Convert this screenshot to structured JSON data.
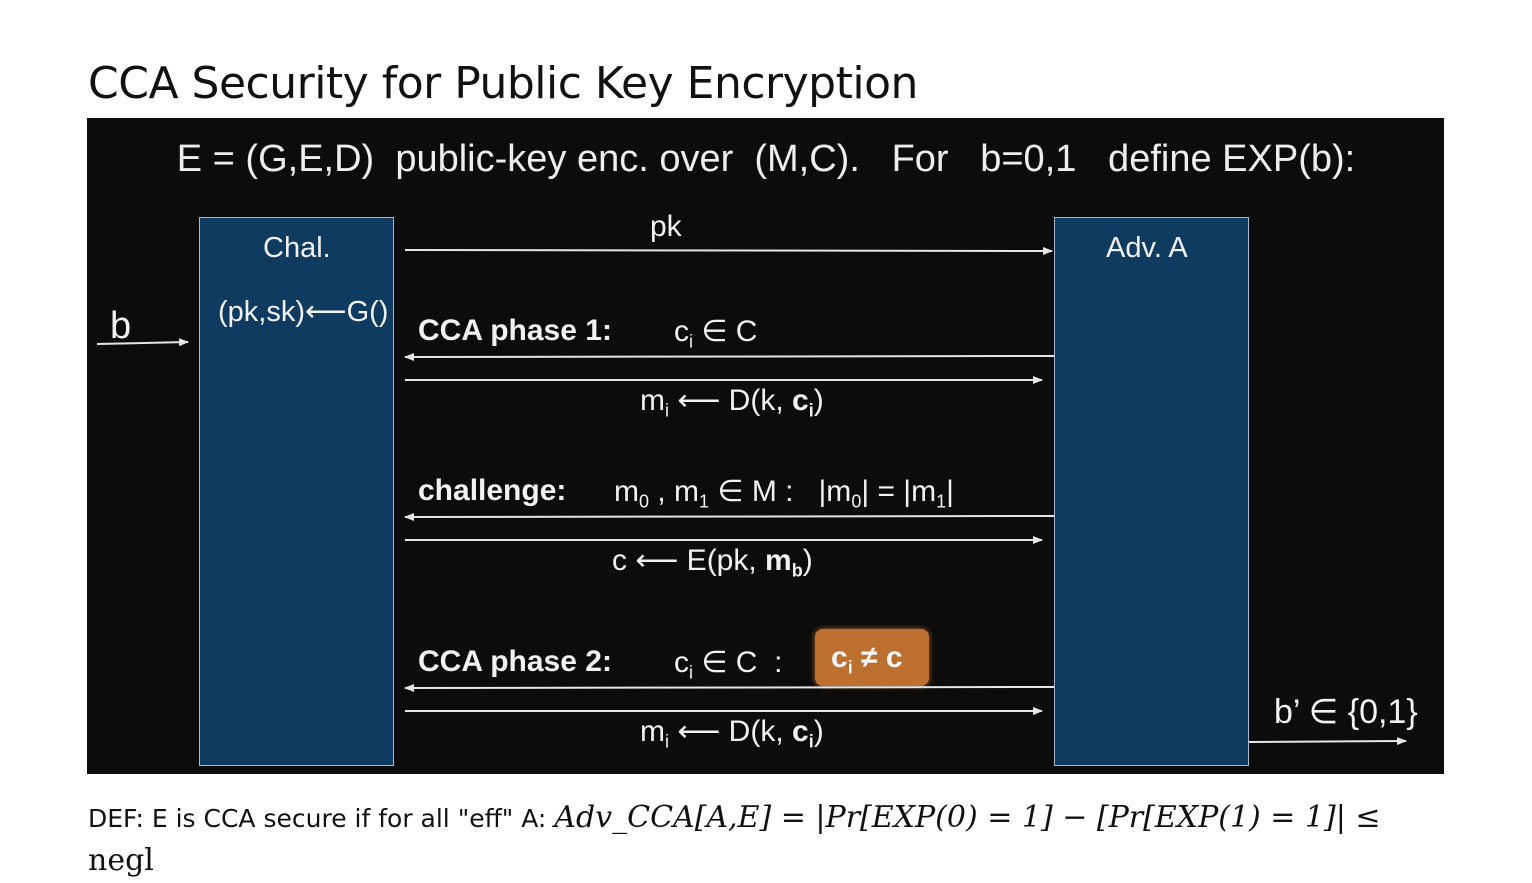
{
  "title": "CCA Security for Public Key Encryption",
  "headline": "E = (G,E,D)  public-key enc. over  (M,C).   For   b=0,1   define EXP(b):",
  "challenger": {
    "label": "Chal.",
    "keygen": "(pk,sk)⟵G()"
  },
  "adversary": {
    "label": "Adv. A"
  },
  "input_bit": "b",
  "pk_label": "pk",
  "phase1": {
    "title": "CCA phase 1:",
    "query_c": "c",
    "query_sub": "i",
    "query_rest": " ∈ C",
    "response_pre": "m",
    "response_sub": "i",
    "response_mid": " ⟵ D(k, ",
    "response_bold": "c",
    "response_bold_sub": "i",
    "response_end": ")"
  },
  "challenge": {
    "title": "challenge:",
    "m0": "m",
    "m0_sub": "0",
    "sep": " , ",
    "m1": "m",
    "m1_sub": "1",
    "set": " ∈ M :   |m",
    "len0_sub": "0",
    "eq": "| = |m",
    "len1_sub": "1",
    "close": "|",
    "response_pre": "c ⟵ E(pk, ",
    "response_bold": "m",
    "response_bold_sub": "b",
    "response_end": ")"
  },
  "phase2": {
    "title": "CCA phase 2:",
    "query_c": "c",
    "query_sub": "i",
    "query_rest": " ∈ C  :",
    "badge_c": "c",
    "badge_sub": "i",
    "badge_rest": " ≠ c",
    "response_pre": "m",
    "response_sub": "i",
    "response_mid": " ⟵ D(k, ",
    "response_bold": "c",
    "response_bold_sub": "i",
    "response_end": ")"
  },
  "output": {
    "b_prime": "b’ ∈ {0,1}"
  },
  "definition": {
    "text": "DEF: E is CCA secure if for all \"eff\" A: ",
    "formula": "Adv_CCA[A,E] = |Pr[EXP(0) = 1] − [Pr[EXP(1) = 1]| ≤",
    "tail": "negl"
  },
  "colors": {
    "slide_bg": "#0c0c0c",
    "box_fill": "#103b61",
    "badge_fill": "#bd6f2f",
    "arrow": "#e6e6e6"
  }
}
